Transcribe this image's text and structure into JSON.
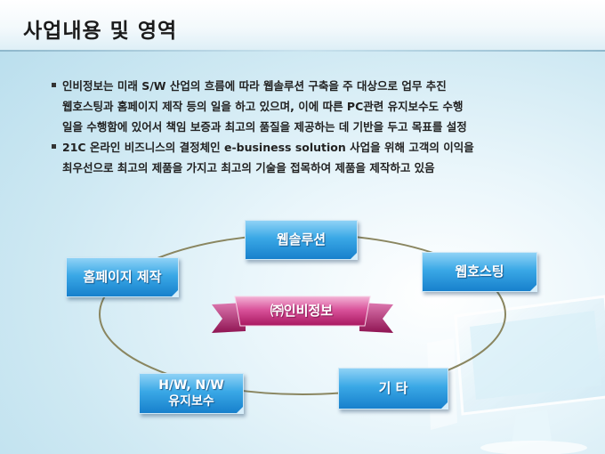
{
  "title": "사업내용 및 영역",
  "bullets": [
    {
      "lines": [
        "인비정보는 미래 S/W 산업의 흐름에 따라 웹솔루션 구축을 주 대상으로 업무 추진",
        "웹호스팅과 홈페이지 제작 등의 일을 하고 있으며, 이에 따른 PC관련 유지보수도 수행",
        "일을 수행함에 있어서 책임 보증과 최고의 품질을 제공하는 데 기반을 두고 목표를 설정"
      ]
    },
    {
      "lines": [
        "21C 온라인 비즈니스의 결정체인 e-business solution 사업을 위해 고객의 이익을",
        "최우선으로 최고의 제품을 가지고 최고의 기술을 접목하여 제품을 제작하고 있음"
      ]
    }
  ],
  "diagram": {
    "center": "㈜인비정보",
    "web_solution": "웹솔루션",
    "homepage": "홈페이지 제작",
    "hosting": "웹호스팅",
    "hw_line1": "H/W, N/W",
    "hw_line2": "유지보수",
    "etc": "기 타"
  },
  "colors": {
    "box_top": "#8fd2f6",
    "box_bottom": "#1780cc",
    "ribbon_top": "#e98ac0",
    "ribbon_bottom": "#b51e6e",
    "ellipse": "#8a8660"
  }
}
